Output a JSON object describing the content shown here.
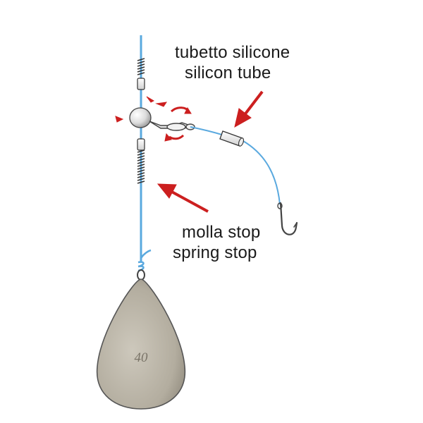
{
  "labels": {
    "silicone_tube_it": "tubetto silicone",
    "silicone_tube_en": "silicon tube",
    "spring_stop_it": "molla stop",
    "spring_stop_en": "spring stop"
  },
  "sinker": {
    "weight_label": "40"
  },
  "colors": {
    "line": "#5aa9df",
    "line_dark": "#2f7fc0",
    "arrow_red": "#cc1f1f",
    "sinker_fill": "#b8b2a5",
    "sinker_stroke": "#555555",
    "metal": "#cfcfcf"
  }
}
